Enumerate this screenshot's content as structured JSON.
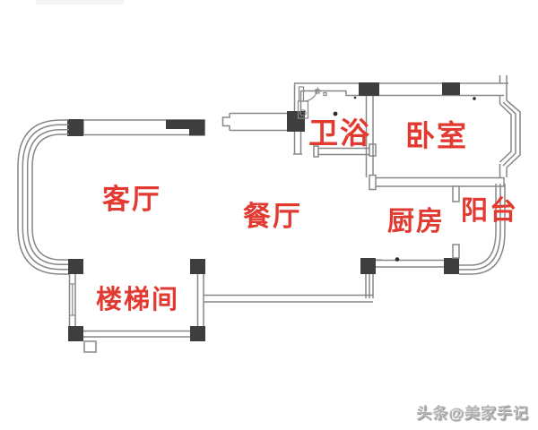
{
  "plan": {
    "labels": {
      "living_room": "客厅",
      "dining_room": "餐厅",
      "bathroom": "卫浴",
      "bedroom": "卧室",
      "kitchen": "厨房",
      "balcony": "阳台",
      "stairwell": "楼梯间"
    },
    "colors": {
      "background": "#ffffff",
      "label": "#e23a31",
      "wall_line": "#878787",
      "column": "#3e3e3e",
      "watermark": "#b2b2b2"
    }
  },
  "watermark": {
    "text": "头条@美家手记"
  }
}
